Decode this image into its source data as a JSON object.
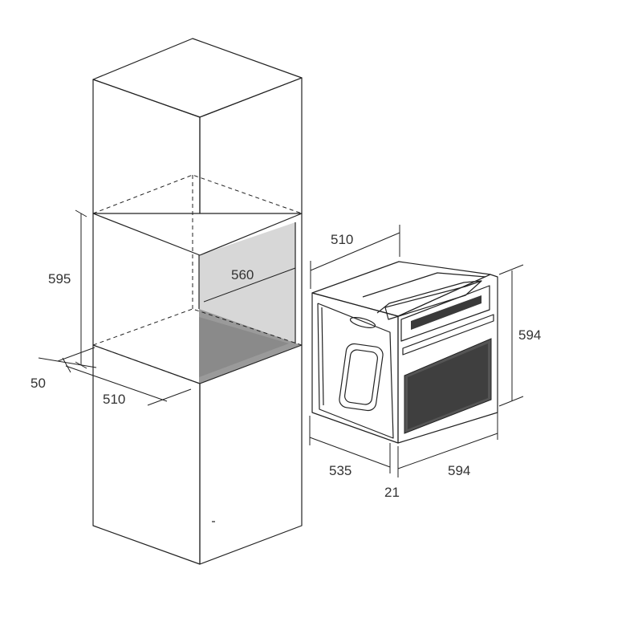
{
  "colors": {
    "line": "#222222",
    "niche_back": "#d7d7d7",
    "niche_floor": "#9a9a9a",
    "oven_glass": "#3a3a3a",
    "oven_window": "#555555"
  },
  "cabinet": {
    "niche_height": "595",
    "niche_width": "560",
    "niche_depth": "510",
    "rear_gap": "50"
  },
  "oven": {
    "depth_top": "510",
    "height": "594",
    "body_depth": "535",
    "front_width": "594",
    "front_panel_depth": "21"
  }
}
